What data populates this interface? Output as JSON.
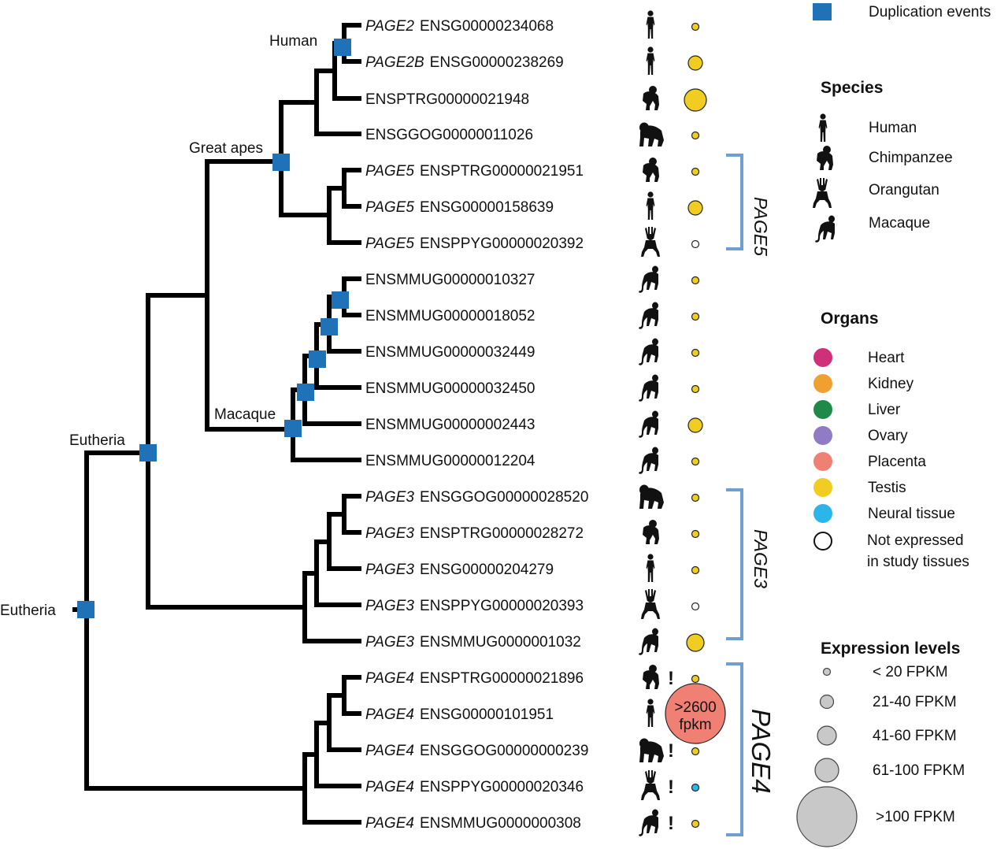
{
  "colors": {
    "duplication": "#1f72b8",
    "heart": "#d0307a",
    "kidney": "#f0a030",
    "liver": "#1e8a4a",
    "ovary": "#8f7cc4",
    "placenta": "#f07f74",
    "testis": "#f0cd20",
    "neural": "#2bb5e8",
    "expr_legend": "#c8c8c8",
    "bracket": "#6f9fd0"
  },
  "clade_labels": {
    "human": "Human",
    "great_apes": "Great apes",
    "macaque": "Macaque",
    "eutheria_inner": "Eutheria",
    "eutheria_root": "Eutheria"
  },
  "genes": [
    {
      "name": "PAGE2",
      "id": "ENSG00000234068",
      "species": "human",
      "organ": "testis",
      "level": 1
    },
    {
      "name": "PAGE2B",
      "id": "ENSG00000238269",
      "species": "human",
      "organ": "testis",
      "level": 3
    },
    {
      "name": "",
      "id": "ENSPTRG00000021948",
      "species": "chimpanzee",
      "organ": "testis",
      "level": 5
    },
    {
      "name": "",
      "id": "ENSGGOG00000011026",
      "species": "gorilla",
      "organ": "testis",
      "level": 1
    },
    {
      "name": "PAGE5",
      "id": "ENSPTRG00000021951",
      "species": "chimpanzee",
      "organ": "testis",
      "level": 1
    },
    {
      "name": "PAGE5",
      "id": "ENSG00000158639",
      "species": "human",
      "organ": "testis",
      "level": 3
    },
    {
      "name": "PAGE5",
      "id": "ENSPPYG00000020392",
      "species": "orangutan",
      "organ": "none",
      "level": 1
    },
    {
      "name": "",
      "id": "ENSMMUG00000010327",
      "species": "macaque",
      "organ": "testis",
      "level": 1
    },
    {
      "name": "",
      "id": "ENSMMUG00000018052",
      "species": "macaque",
      "organ": "testis",
      "level": 1
    },
    {
      "name": "",
      "id": "ENSMMUG00000032449",
      "species": "macaque",
      "organ": "testis",
      "level": 1
    },
    {
      "name": "",
      "id": "ENSMMUG00000032450",
      "species": "macaque",
      "organ": "testis",
      "level": 1
    },
    {
      "name": "",
      "id": "ENSMMUG00000002443",
      "species": "macaque",
      "organ": "testis",
      "level": 3
    },
    {
      "name": "",
      "id": "ENSMMUG00000012204",
      "species": "macaque",
      "organ": "testis",
      "level": 1
    },
    {
      "name": "PAGE3",
      "id": "ENSGGOG00000028520",
      "species": "gorilla",
      "organ": "testis",
      "level": 1
    },
    {
      "name": "PAGE3",
      "id": "ENSPTRG00000028272",
      "species": "chimpanzee",
      "organ": "testis",
      "level": 1
    },
    {
      "name": "PAGE3",
      "id": "ENSG00000204279",
      "species": "human",
      "organ": "testis",
      "level": 1
    },
    {
      "name": "PAGE3",
      "id": "ENSPPYG00000020393",
      "species": "orangutan",
      "organ": "none",
      "level": 1
    },
    {
      "name": "PAGE3",
      "id": "ENSMMUG0000001032",
      "species": "macaque",
      "organ": "testis",
      "level": 4
    },
    {
      "name": "PAGE4",
      "id": "ENSPTRG00000021896",
      "species": "chimpanzee",
      "organ": "testis",
      "level": 1,
      "flag": "!"
    },
    {
      "name": "PAGE4",
      "id": "ENSG00000101951",
      "species": "human",
      "organ": "placenta",
      "level": 0
    },
    {
      "name": "PAGE4",
      "id": "ENSGGOG00000000239",
      "species": "gorilla",
      "organ": "testis",
      "level": 1,
      "flag": "!"
    },
    {
      "name": "PAGE4",
      "id": "ENSPPYG00000020346",
      "species": "orangutan",
      "organ": "neural",
      "level": 1,
      "flag": "!"
    },
    {
      "name": "PAGE4",
      "id": "ENSMMUG0000000308",
      "species": "macaque",
      "organ": "testis",
      "level": 1,
      "flag": "!"
    }
  ],
  "big_bubble": {
    "line1": ">2600",
    "line2": "fpkm"
  },
  "brackets": {
    "page5": "PAGE5",
    "page3": "PAGE3",
    "page4": "PAGE4"
  },
  "legend": {
    "duplication": "Duplication events",
    "species_title": "Species",
    "species": [
      "Human",
      "Chimpanzee",
      "Orangutan",
      "Macaque"
    ],
    "organs_title": "Organs",
    "organs": [
      "Heart",
      "Kidney",
      "Liver",
      "Ovary",
      "Placenta",
      "Testis",
      "Neural tissue"
    ],
    "not_expressed_1": "Not expressed",
    "not_expressed_2": "in study tissues",
    "expression_title": "Expression levels",
    "levels": [
      "< 20 FPKM",
      "21-40 FPKM",
      "41-60 FPKM",
      "61-100 FPKM",
      ">100 FPKM"
    ]
  }
}
